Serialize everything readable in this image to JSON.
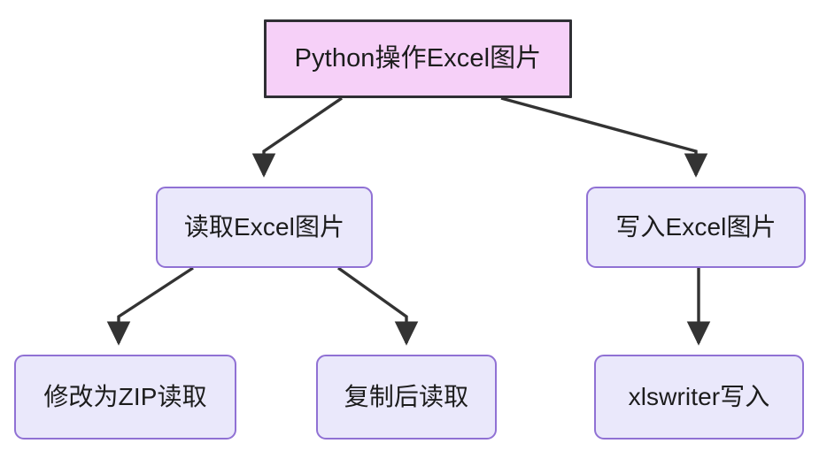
{
  "diagram": {
    "type": "flowchart",
    "direction": "top-down",
    "background_color": "#ffffff",
    "nodes": [
      {
        "id": "root",
        "label": "Python操作Excel图片",
        "level": 0,
        "shape": "rectangle",
        "fill_color": "#f6d0f8",
        "border_color": "#2f2f34",
        "text_color": "#1c1c1c"
      },
      {
        "id": "read",
        "label": "读取Excel图片",
        "level": 1,
        "shape": "rounded-rectangle",
        "fill_color": "#eae8fb",
        "border_color": "#9071d4",
        "text_color": "#1c1c1c"
      },
      {
        "id": "write",
        "label": "写入Excel图片",
        "level": 1,
        "shape": "rounded-rectangle",
        "fill_color": "#eae8fb",
        "border_color": "#9071d4",
        "text_color": "#1c1c1c"
      },
      {
        "id": "zip",
        "label": "修改为ZIP读取",
        "level": 2,
        "shape": "rounded-rectangle",
        "fill_color": "#eae8fb",
        "border_color": "#9071d4",
        "text_color": "#1c1c1c"
      },
      {
        "id": "copy",
        "label": "复制后读取",
        "level": 2,
        "shape": "rounded-rectangle",
        "fill_color": "#eae8fb",
        "border_color": "#9071d4",
        "text_color": "#1c1c1c"
      },
      {
        "id": "xlswriter",
        "label": "xlswriter写入",
        "level": 2,
        "shape": "rounded-rectangle",
        "fill_color": "#eae8fb",
        "border_color": "#9071d4",
        "text_color": "#1c1c1c"
      }
    ],
    "edges": [
      {
        "id": "root-read",
        "from": "root",
        "to": "read",
        "label": "",
        "arrow": "filled-triangle",
        "color": "#333333"
      },
      {
        "id": "root-write",
        "from": "root",
        "to": "write",
        "label": "",
        "arrow": "filled-triangle",
        "color": "#333333"
      },
      {
        "id": "read-zip",
        "from": "read",
        "to": "zip",
        "label": "",
        "arrow": "filled-triangle",
        "color": "#333333"
      },
      {
        "id": "read-copy",
        "from": "read",
        "to": "copy",
        "label": "",
        "arrow": "filled-triangle",
        "color": "#333333"
      },
      {
        "id": "write-xlswriter",
        "from": "write",
        "to": "xlswriter",
        "label": "",
        "arrow": "filled-triangle",
        "color": "#333333"
      }
    ]
  }
}
